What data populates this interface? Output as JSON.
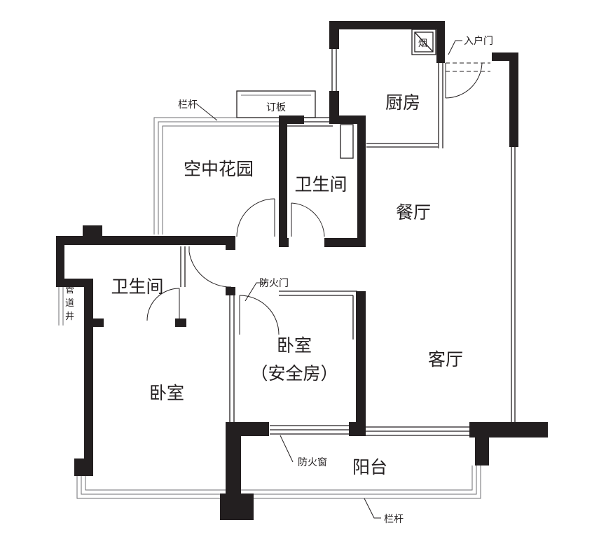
{
  "rooms": {
    "kitchen": "厨房",
    "dining": "餐厅",
    "sky_garden": "空中花园",
    "bathroom_upper": "卫生间",
    "bathroom_lower": "卫生间",
    "living": "客厅",
    "bedroom_safe_line1": "卧室",
    "bedroom_safe_line2": "（安全房）",
    "bedroom_main": "卧室",
    "balcony": "阳台"
  },
  "annotations": {
    "entrance_door": "入户门",
    "flue": "烟",
    "railing_top": "栏杆",
    "custom_panel": "订板",
    "fire_door": "防火门",
    "pipe_shaft": [
      "管",
      "道",
      "井"
    ],
    "fire_window": "防火窗",
    "railing_bottom": "栏杆"
  }
}
